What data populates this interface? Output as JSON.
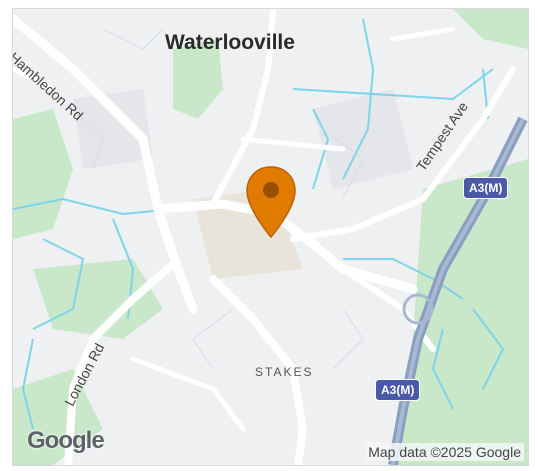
{
  "map": {
    "town_label": "Waterlooville",
    "district_label": "STAKES",
    "roads": {
      "hambledon": "Hambledon Rd",
      "tempest": "Tempest Ave",
      "london": "London Rd"
    },
    "shields": [
      "A3(M)",
      "A3(M)"
    ],
    "marker": {
      "icon": "location-pin-icon",
      "color": "#e07b00"
    },
    "logo_text": "Google",
    "attribution": "Map data ©2025 Google",
    "colors": {
      "land": "#eef0f2",
      "park": "#c9e8c9",
      "water": "#7fd4ea",
      "road": "#ffffff",
      "motorway": "#8a9ec0",
      "shield": "#4a5aa8"
    }
  }
}
